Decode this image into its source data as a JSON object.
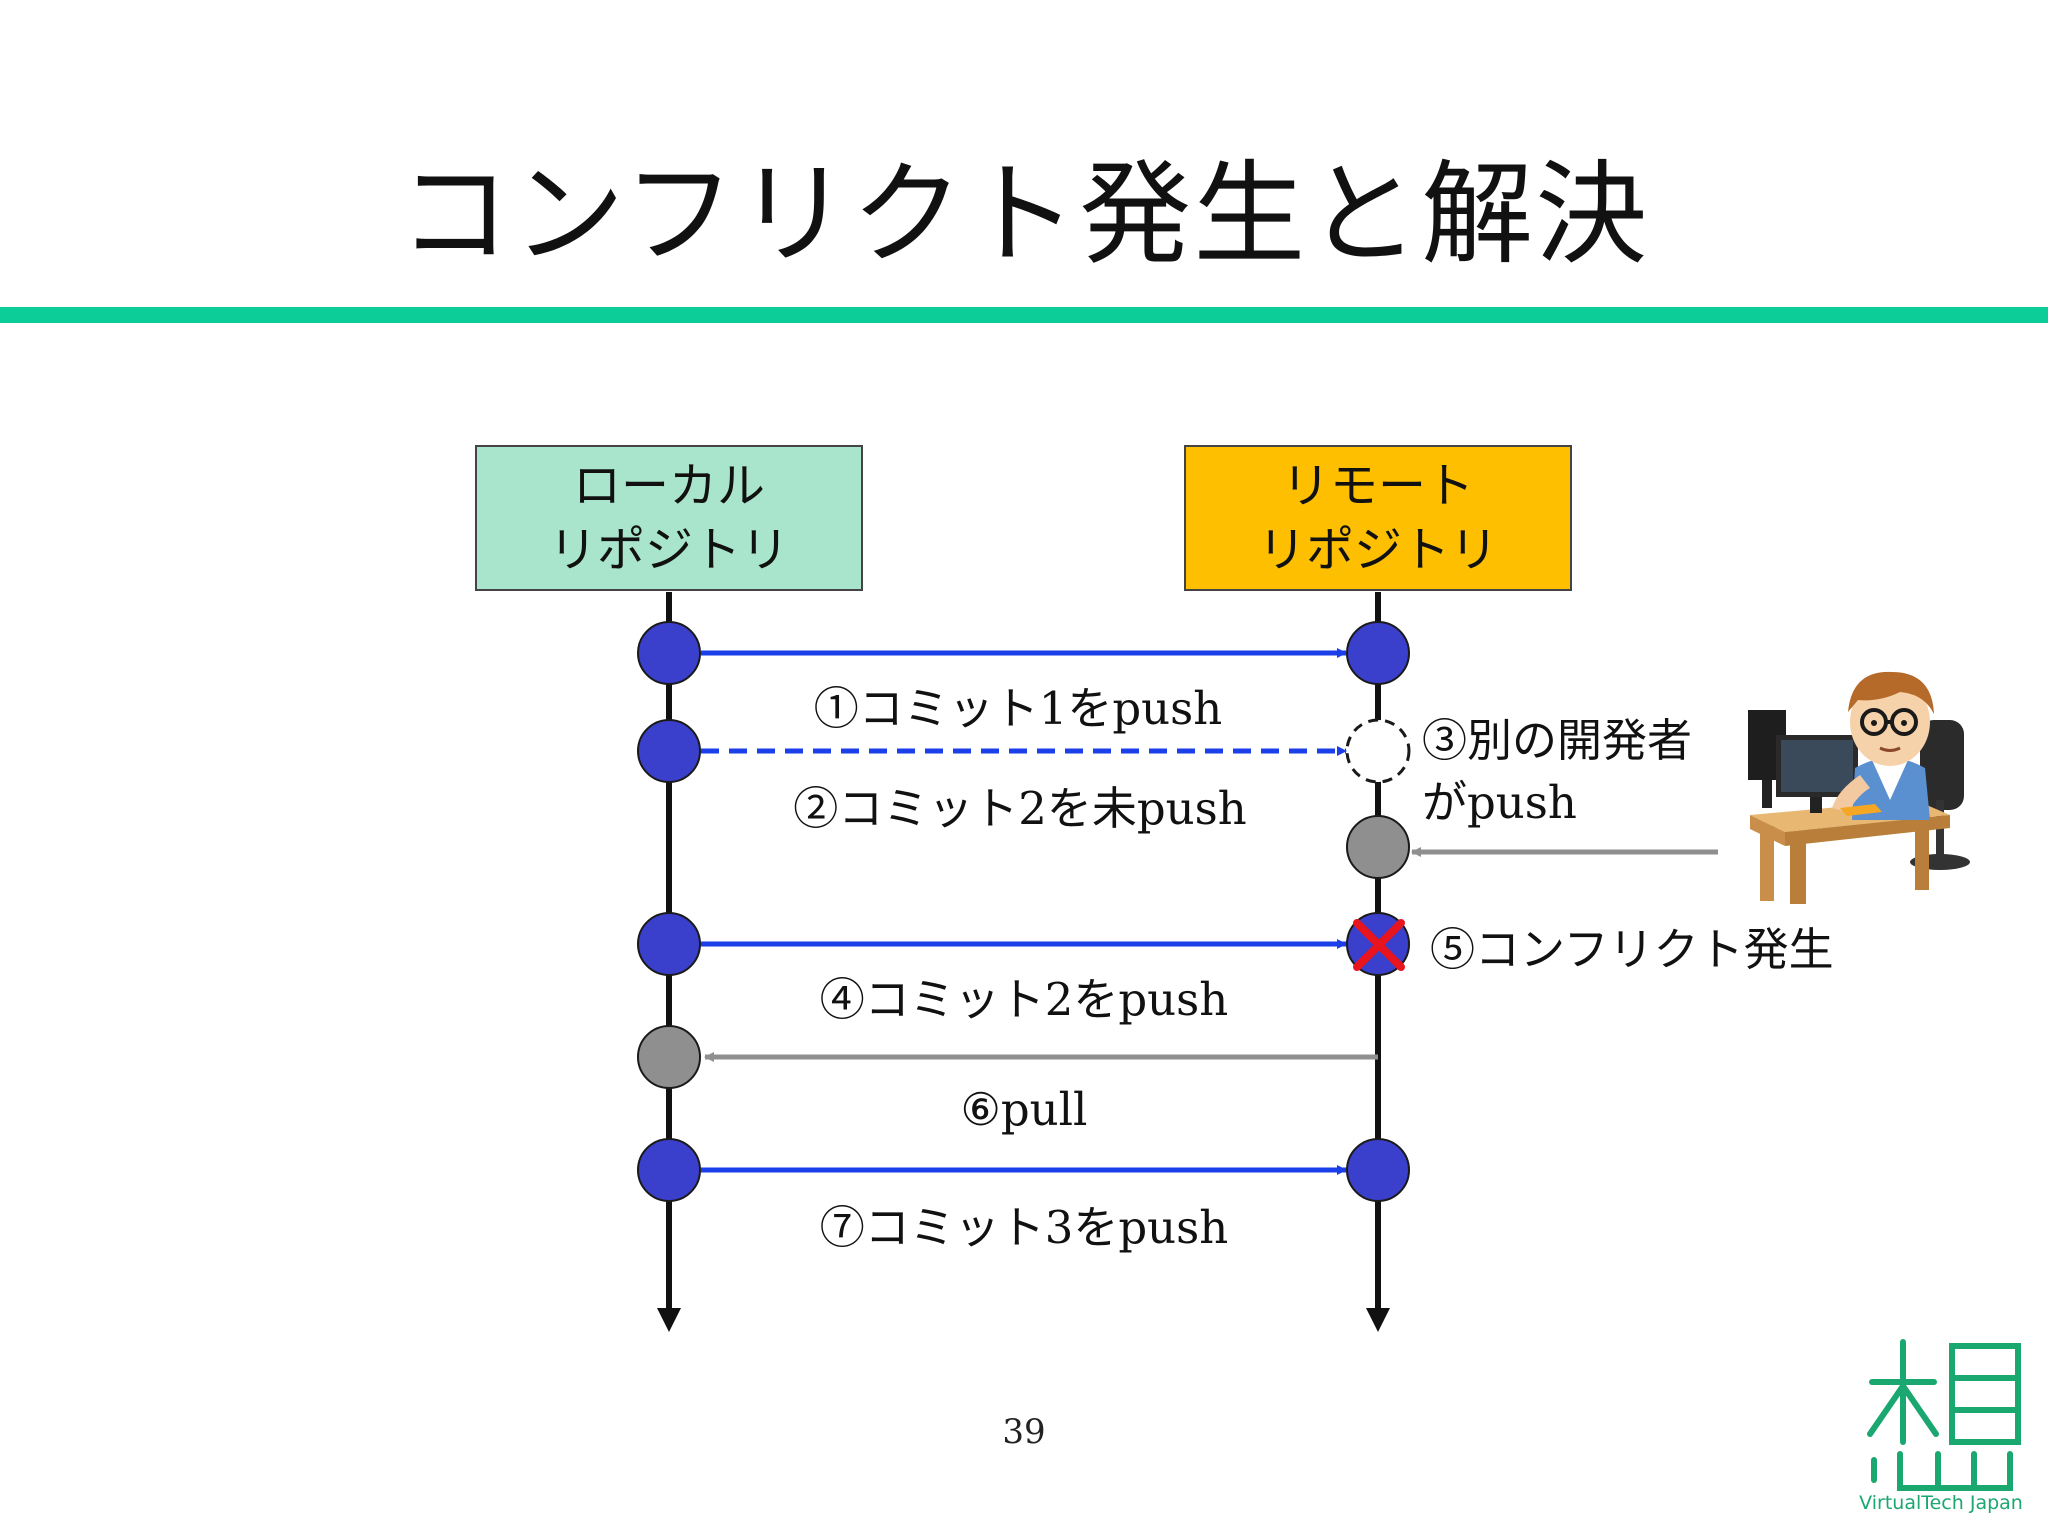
{
  "title": "コンフリクト発生と解決",
  "local_repo": {
    "line1": "ローカル",
    "line2": "リポジトリ"
  },
  "remote_repo": {
    "line1": "リモート",
    "line2": "リポジトリ"
  },
  "steps": {
    "s1": "①コミット1をpush",
    "s2": "②コミット2を未push",
    "s3_line1": "③別の開発者",
    "s3_line2": "がpush",
    "s4": "④コミット2をpush",
    "s5": "⑤コンフリクト発生",
    "s6": "⑥pull",
    "s7": "⑦コミット3をpush"
  },
  "page_number": "39",
  "logo_text": "VirtualTech Japan",
  "colors": {
    "accent_rule": "#0ccc98",
    "local_box": "#a9e5cc",
    "remote_box": "#fdbf00",
    "commit_node": "#3a3fcc",
    "other_commit_node": "#8f8f8f",
    "push_arrow": "#1a3ee8",
    "pull_arrow": "#8f8f8f",
    "conflict_mark": "#e8141e"
  },
  "icons": {
    "developer": "developer-at-desk-icon",
    "conflict": "red-x-icon",
    "logo": "virtualtech-japan-logo-icon"
  }
}
